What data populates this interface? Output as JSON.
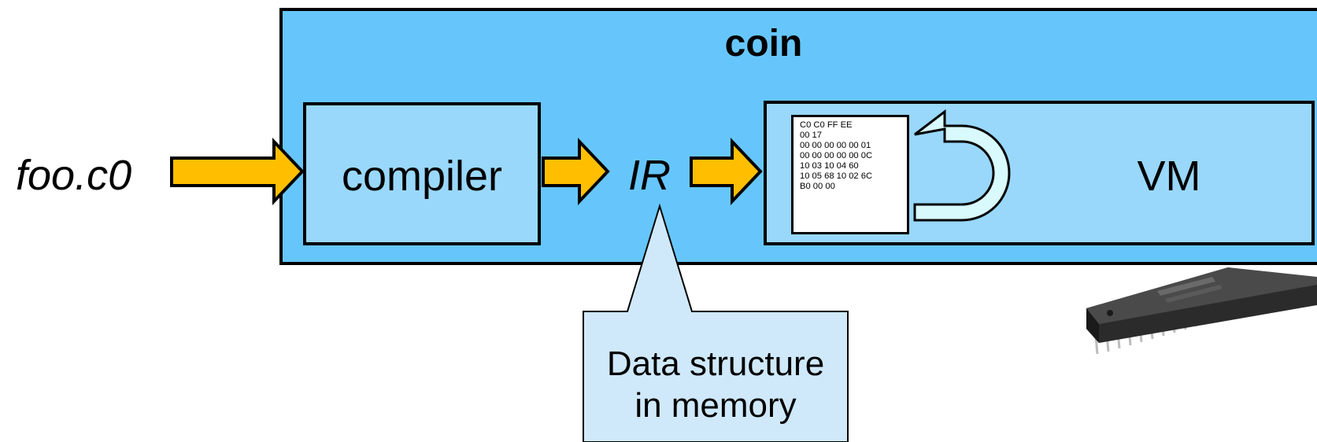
{
  "diagram": {
    "input_file": "foo.c0",
    "container_title": "coin",
    "compiler_label": "compiler",
    "ir_label": "IR",
    "vm_label": "VM",
    "bytecode_lines": [
      "C0 C0 FF EE",
      "00 17",
      "00 00 00 00 00 01",
      "00 00 00 00 00 0C",
      "10 03 10 04 60",
      "10 05 68 10 02 6C",
      "B0 00 00"
    ],
    "callout_lines": [
      "Data structure",
      "in memory"
    ]
  },
  "colors": {
    "container_fill": "#66c6fc",
    "inner_box_fill": "#99d8fb",
    "arrow_fill": "#ffbf00",
    "loop_arrow_fill": "#d9fafc",
    "callout_fill": "#cfe9fb"
  },
  "icons": {
    "loop_arrow": "u-turn-arrow-icon",
    "chip": "microchip-icon"
  }
}
